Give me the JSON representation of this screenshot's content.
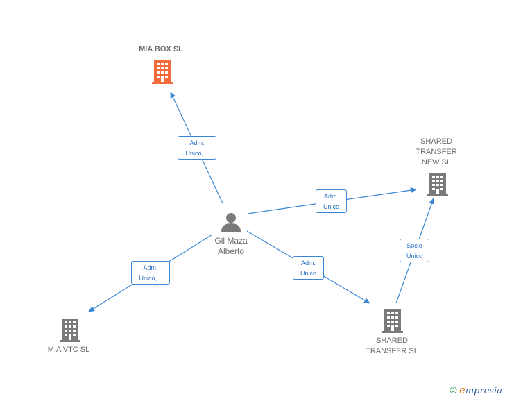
{
  "nodes": {
    "center": {
      "name_line1": "Gil Maza",
      "name_line2": "Alberto"
    },
    "mia_box": {
      "name": "MIA BOX  SL",
      "color": "#f26b3a"
    },
    "shared_transfer_new": {
      "line1": "SHARED",
      "line2": "TRANSFER",
      "line3": "NEW  SL"
    },
    "mia_vtc": {
      "name": "MIA VTC  SL"
    },
    "shared_transfer": {
      "line1": "SHARED",
      "line2": "TRANSFER  SL"
    }
  },
  "edges": {
    "to_mia_box": {
      "line1": "Adm.",
      "line2": "Unico,..."
    },
    "to_shared_transfer_new": {
      "line1": "Adm.",
      "line2": "Unico"
    },
    "to_mia_vtc": {
      "line1": "Adm.",
      "line2": "Unico,..."
    },
    "to_shared_transfer": {
      "line1": "Adm.",
      "line2": "Unico"
    },
    "socio": {
      "line1": "Socio",
      "line2": "Único"
    }
  },
  "colors": {
    "edge": "#3a86d4",
    "building": "#7a7a7a",
    "building_highlight": "#f26b3a",
    "person": "#7a7a7a"
  },
  "footer": {
    "copyright": "©",
    "brand_first": "e",
    "brand_rest": "mpresia"
  }
}
